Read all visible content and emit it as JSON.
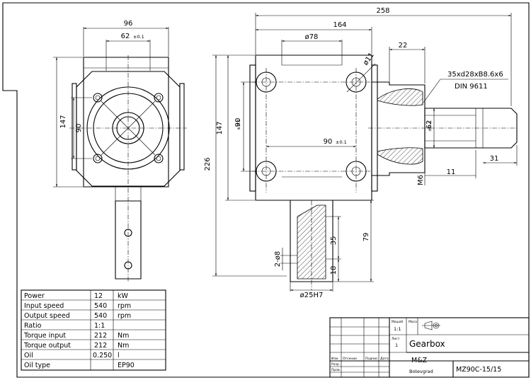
{
  "dimensions": {
    "left_width": "96",
    "left_inner": "62",
    "left_inner_tol": "±0.1",
    "left_height": "147",
    "left_bolt": "90",
    "top_overall": "258",
    "top_mid": "164",
    "flange_dia": "ø78",
    "hole_dia": "ø11",
    "shaft_len": "22",
    "spline": "35xd28xB8.6x6",
    "spline_std": "DIN 9611",
    "height_226": "226",
    "height_147": "147",
    "bolt_v": "90",
    "bolt_v_tol": "±0.1",
    "bolt_h": "90",
    "bolt_h_tol": "±0.1",
    "shaft_62": "62",
    "shaft_62_tol": "±0.1",
    "thread": "M6",
    "dim_11": "11",
    "dim_31": "31",
    "dim_79": "79",
    "dim_35": "35",
    "dim_18": "18",
    "pin": "2-ø8",
    "bore": "ø25H7"
  },
  "specs": {
    "rows": [
      {
        "label": "Power",
        "value": "12",
        "unit": "kW"
      },
      {
        "label": "Input speed",
        "value": "540",
        "unit": "rpm"
      },
      {
        "label": "Output speed",
        "value": "540",
        "unit": "rpm"
      },
      {
        "label": "Ratio",
        "value": "1:1",
        "unit": ""
      },
      {
        "label": "Torque input",
        "value": "212",
        "unit": "Nm"
      },
      {
        "label": "Torque output",
        "value": "212",
        "unit": "Nm"
      },
      {
        "label": "Oil",
        "value": "0.250",
        "unit": "l"
      },
      {
        "label": "Oil type",
        "value": "",
        "unit": "EP90"
      }
    ]
  },
  "title_block": {
    "scale_label": "Машаб",
    "scale_value": "1:1",
    "mass_label": "Маса",
    "sheet_label": "Лист",
    "sheet_value": "1",
    "name": "Gearbox",
    "company": "M&Z",
    "city": "Botevgrad",
    "drawing_no": "MZ90C-15/15",
    "row_labels": [
      "Изм.",
      "Разр.",
      "Пров."
    ],
    "col_labels": [
      "Отсение",
      "Подпис",
      "Дата"
    ]
  }
}
